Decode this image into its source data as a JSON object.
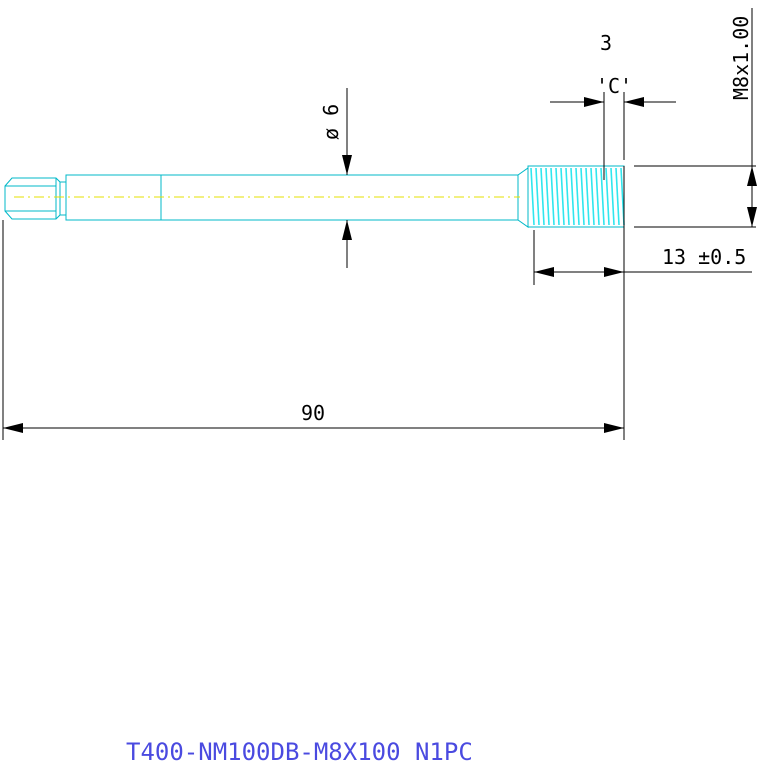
{
  "drawing": {
    "part_number": "T400-NM100DB-M8X100 N1PC",
    "dimensions": {
      "overall_length": "90",
      "thread_length": "13 ±0.5",
      "chamfer_value": "3",
      "chamfer_label": "'C'",
      "diameter": "ø 6",
      "thread_spec": "M8x1.00"
    }
  },
  "colors": {
    "outline": "#00b8c8",
    "thread": "#30e6ee",
    "centerline": "#e6e000",
    "dimension": "#000000",
    "title": "#4a4ae0",
    "background": "#ffffff"
  }
}
